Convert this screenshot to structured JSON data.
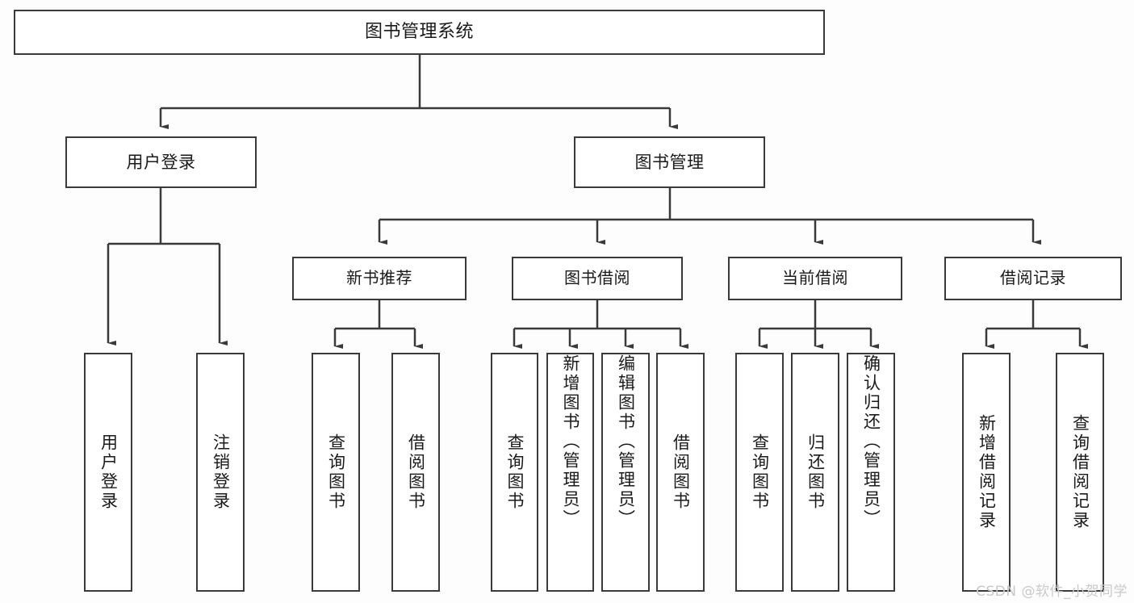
{
  "diagram": {
    "type": "tree-hierarchy",
    "title": "图书管理系统",
    "line_color": "#3a3a3a",
    "box_fill": "#ffffff",
    "text_color": "#1a1a1a",
    "watermark": "CSDN @软件_小贺同学",
    "root": {
      "label": "图书管理系统"
    },
    "level2": [
      {
        "label": "用户登录"
      },
      {
        "label": "图书管理"
      }
    ],
    "level3": [
      {
        "label": "新书推荐"
      },
      {
        "label": "图书借阅"
      },
      {
        "label": "当前借阅"
      },
      {
        "label": "借阅记录"
      }
    ],
    "leaves": {
      "user_login": [
        {
          "label": "用户登录"
        },
        {
          "label": "注销登录"
        }
      ],
      "new_book_rec": [
        {
          "label": "查询图书"
        },
        {
          "label": "借阅图书"
        }
      ],
      "book_borrow": [
        {
          "label": "查询图书"
        },
        {
          "label": "新增图书（管理员）"
        },
        {
          "label": "编辑图书（管理员）"
        },
        {
          "label": "借阅图书"
        }
      ],
      "current_borrow": [
        {
          "label": "查询图书"
        },
        {
          "label": "归还图书"
        },
        {
          "label": "确认归还（管理员）"
        }
      ],
      "borrow_record": [
        {
          "label": "新增借阅记录"
        },
        {
          "label": "查询借阅记录"
        }
      ]
    }
  }
}
